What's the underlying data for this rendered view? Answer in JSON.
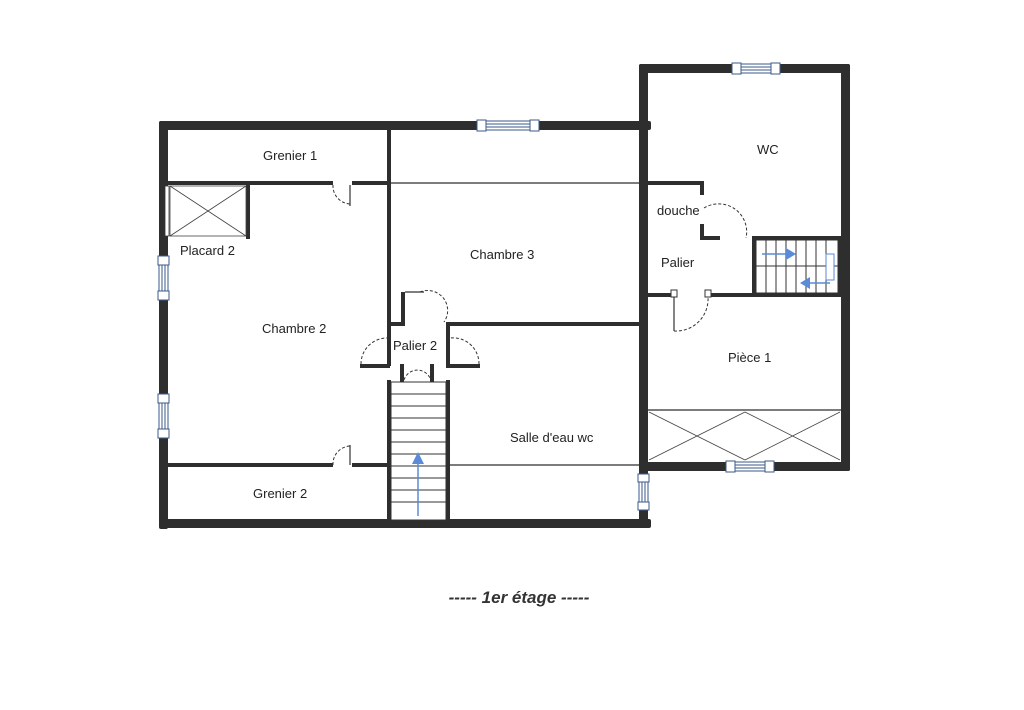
{
  "plan": {
    "caption": "----- 1er étage -----",
    "rooms": {
      "grenier1": "Grenier 1",
      "placard2": "Placard 2",
      "chambre2": "Chambre 2",
      "chambre3": "Chambre 3",
      "palier2": "Palier 2",
      "salle_eau_wc": "Salle d'eau wc",
      "grenier2": "Grenier 2",
      "wc": "WC",
      "douche": "douche",
      "palier": "Palier",
      "piece1": "Pièce 1"
    }
  }
}
